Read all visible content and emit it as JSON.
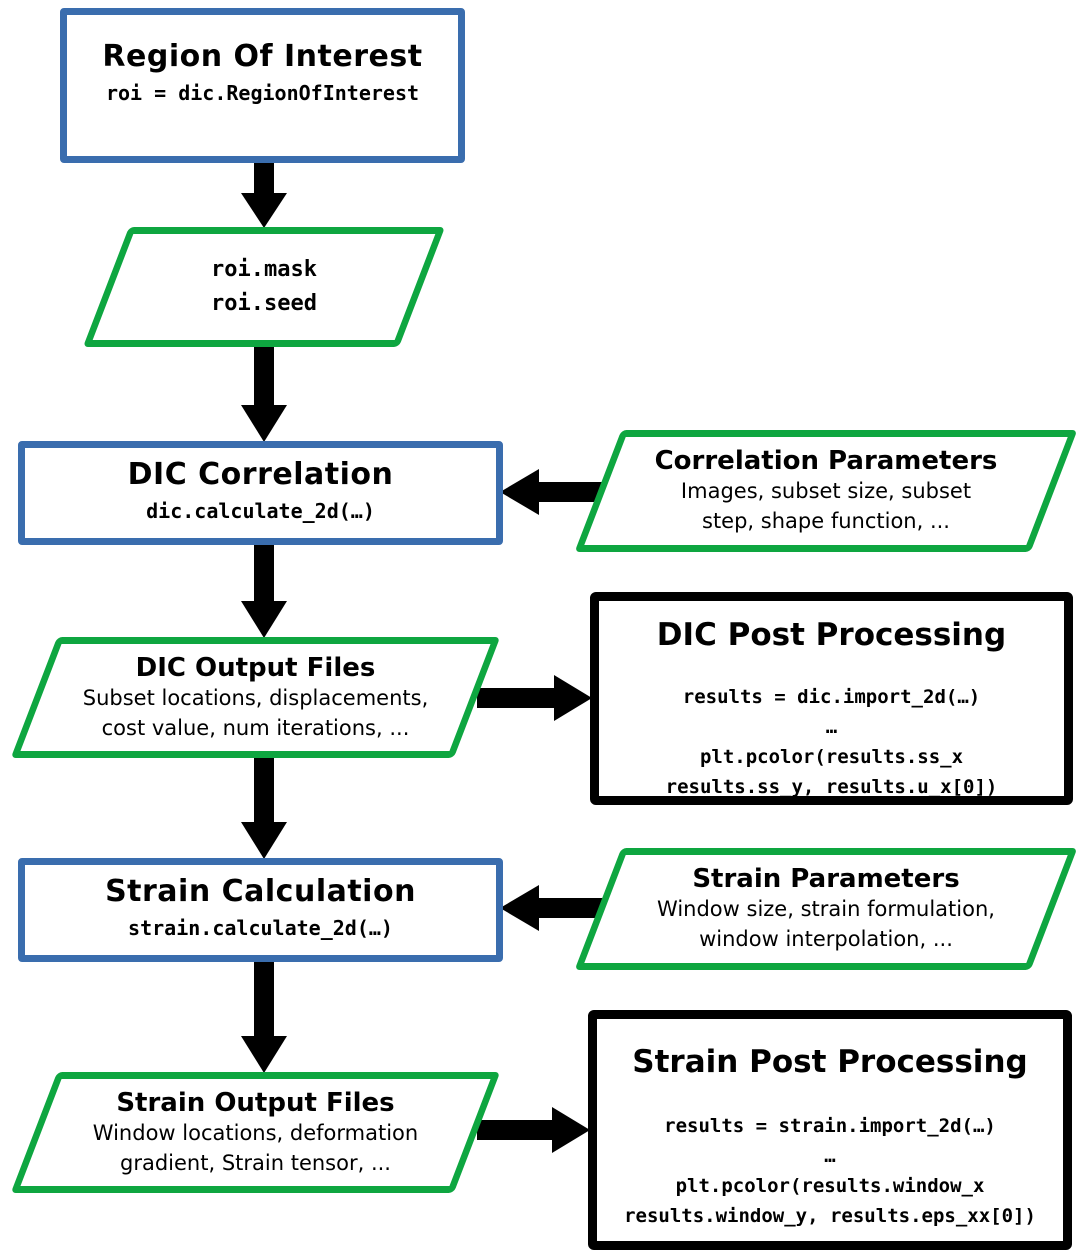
{
  "diagram": {
    "nodes": {
      "roi": {
        "title": "Region Of Interest",
        "code": "roi = dic.RegionOfInterest"
      },
      "roi_outputs": {
        "lines": [
          "roi.mask",
          "roi.seed"
        ]
      },
      "dic_correlation": {
        "title": "DIC Correlation",
        "code": "dic.calculate_2d(…)"
      },
      "correlation_params": {
        "title": "Correlation Parameters",
        "lines": [
          "Images, subset size, subset",
          "step, shape function, ..."
        ]
      },
      "dic_output": {
        "title": "DIC Output Files",
        "lines": [
          "Subset locations, displacements,",
          "cost value, num iterations, ..."
        ]
      },
      "dic_post": {
        "title": "DIC Post Processing",
        "code_lines": [
          "results = dic.import_2d(…)",
          "…",
          "plt.pcolor(results.ss_x",
          "results.ss_y, results.u_x[0])"
        ]
      },
      "strain_calculation": {
        "title": "Strain Calculation",
        "code": "strain.calculate_2d(…)"
      },
      "strain_params": {
        "title": "Strain Parameters",
        "lines": [
          "Window size, strain formulation,",
          "window interpolation, ..."
        ]
      },
      "strain_output": {
        "title": "Strain Output Files",
        "lines": [
          "Window locations, deformation",
          "gradient, Strain tensor, ..."
        ]
      },
      "strain_post": {
        "title": "Strain Post Processing",
        "code_lines": [
          "results = strain.import_2d(…)",
          "…",
          "plt.pcolor(results.window_x",
          "results.window_y, results.eps_xx[0])"
        ]
      }
    },
    "colors": {
      "process_border": "#3a6dae",
      "data_border": "#0ea640",
      "post_border": "#000000",
      "arrow": "#000000"
    }
  }
}
